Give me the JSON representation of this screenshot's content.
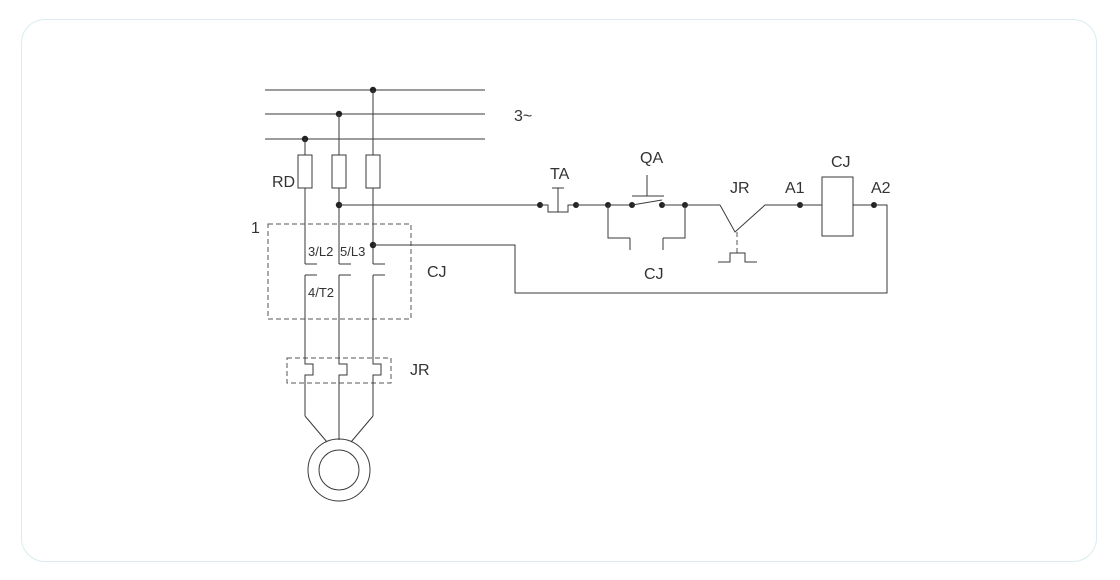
{
  "labels": {
    "supply": "3~",
    "fuse": "RD",
    "enclosure_number": "1",
    "contactor_terminals_top_a": "3/L2",
    "contactor_terminals_top_b": "5/L3",
    "contactor_terminal_bottom": "4/T2",
    "contactor_main": "CJ",
    "thermal_relay_main": "JR",
    "stop_button": "TA",
    "start_button": "QA",
    "aux_contact": "CJ",
    "thermal_contact": "JR",
    "coil_terminal_a1": "A1",
    "coil": "CJ",
    "coil_terminal_a2": "A2"
  }
}
